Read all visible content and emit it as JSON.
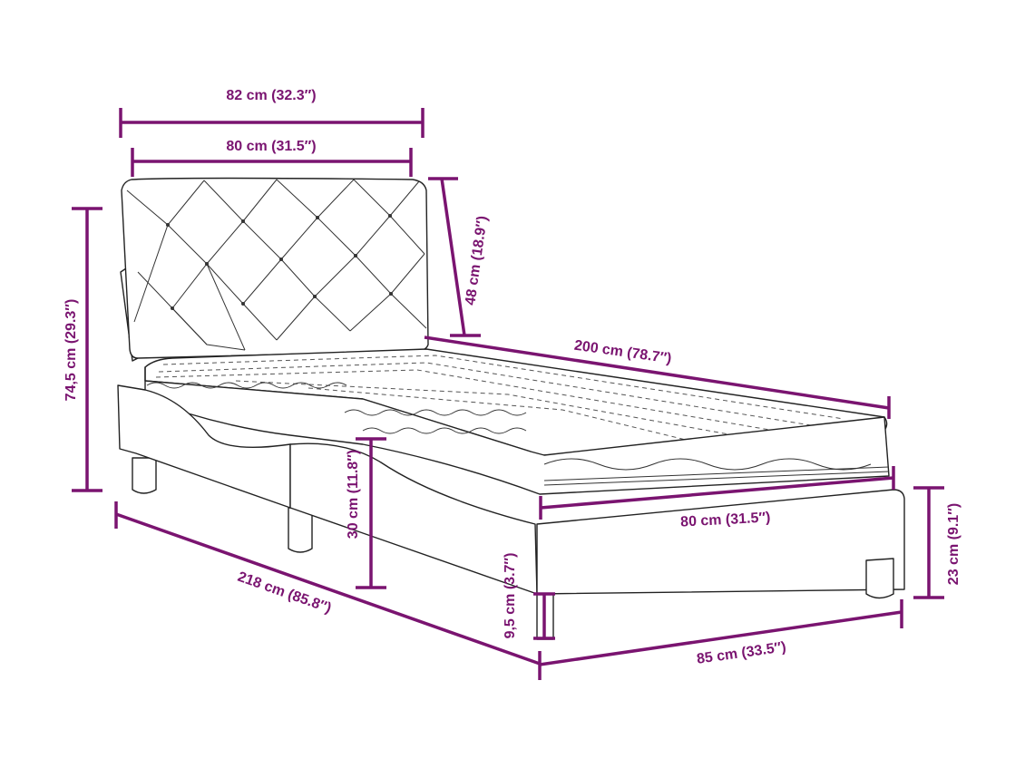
{
  "diagram": {
    "subject": "Single bed with upholstered tufted headboard and mattress",
    "line_color": "#7a1470",
    "outline_color": "#222222",
    "background": "#ffffff"
  },
  "dimensions": {
    "headboard_outer_width": "82 cm (32.3″)",
    "headboard_inner_width": "80 cm (31.5″)",
    "headboard_panel_height": "48 cm (18.9″)",
    "total_height": "74,5 cm (29.3″)",
    "mattress_length": "200 cm (78.7″)",
    "mattress_width": "80 cm (31.5″)",
    "frame_side_height": "30 cm (11.8″)",
    "leg_height": "9,5 cm (3.7″)",
    "footboard_height": "23 cm (9.1″)",
    "total_length": "218 cm (85.8″)",
    "total_width": "85 cm (33.5″)"
  }
}
